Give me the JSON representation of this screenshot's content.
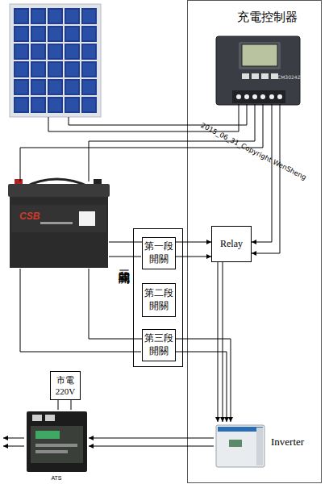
{
  "diagram": {
    "nodes": [
      {
        "text": [
          "充電控制器",
          "CM3024Z"
        ]
      },
      {
        "text": [
          "CSB"
        ]
      },
      {
        "text": [
          "Relay"
        ]
      },
      {
        "text": [
          "三段式開關"
        ]
      },
      {
        "text": [
          "第一段開關"
        ],
        "in": 3
      },
      {
        "text": [
          "第二段開關"
        ],
        "in": 3
      },
      {
        "text": [
          "第三段開關"
        ],
        "in": 3
      },
      {
        "text": [
          "市電",
          "220V"
        ]
      },
      {
        "text": [
          "ATS"
        ]
      },
      {
        "text": [
          "Inverter"
        ]
      }
    ],
    "edges": [
      {
        "from": 0,
        "to": 1,
        "arrow": "none"
      },
      {
        "from": 1,
        "to": 4,
        "arrow": "none"
      },
      {
        "from": 1,
        "to": 6,
        "arrow": "none"
      },
      {
        "from": 0,
        "to": 2,
        "arrow": "to"
      },
      {
        "from": 4,
        "to": 2,
        "arrow": "to"
      },
      {
        "from": 2,
        "to": 9,
        "arrow": "to"
      },
      {
        "from": 6,
        "to": 9,
        "arrow": "to"
      },
      {
        "from": 9,
        "to": 8,
        "arrow": "to"
      },
      {
        "from": 7,
        "to": 8,
        "arrow": "none"
      }
    ],
    "labels": [
      "2015_06_31_Copyright WenSheng"
    ]
  }
}
